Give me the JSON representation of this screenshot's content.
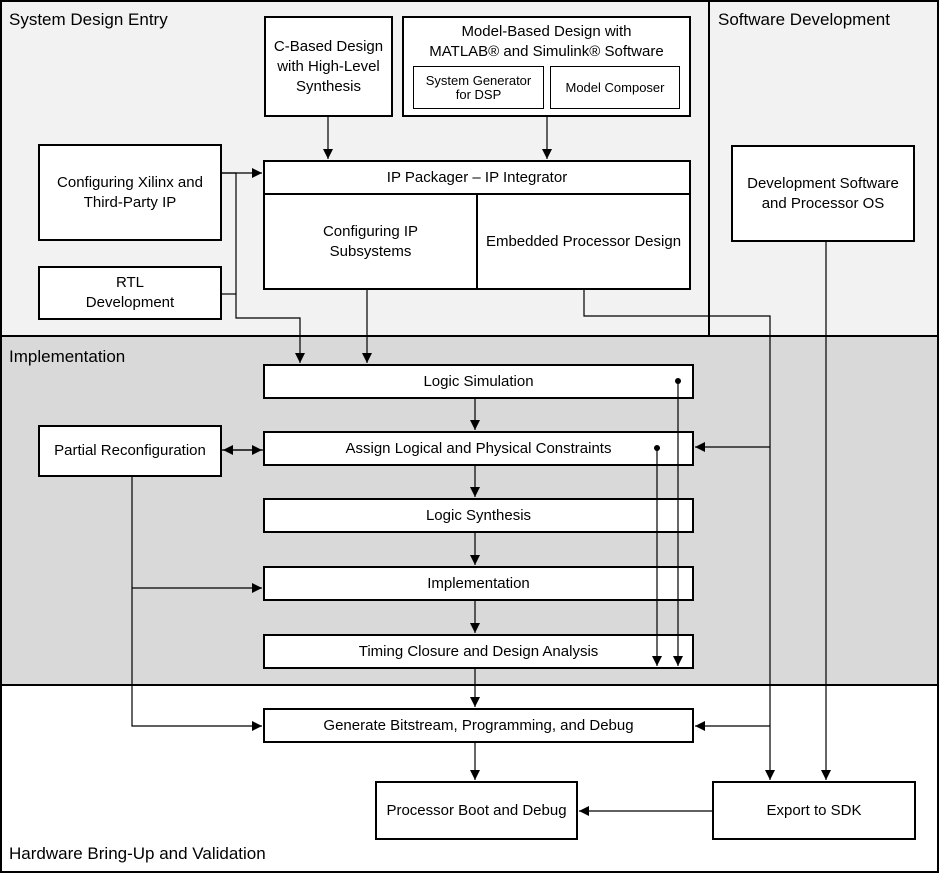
{
  "regions": {
    "system_design_entry": "System Design Entry",
    "software_development": "Software Development",
    "implementation": "Implementation",
    "hardware_bringup": "Hardware Bring-Up and Validation"
  },
  "boxes": {
    "c_based_design": "C-Based Design\nwith High-Level\nSynthesis",
    "model_based_design": "Model-Based Design with\nMATLAB® and Simulink® Software",
    "system_generator": "System Generator\nfor DSP",
    "model_composer": "Model Composer",
    "configuring_xilinx_ip": "Configuring Xilinx and\nThird-Party IP",
    "rtl_development": "RTL\nDevelopment",
    "ip_packager": "IP Packager – IP Integrator",
    "configuring_ip_subsystems": "Configuring IP\nSubsystems",
    "embedded_processor_design": "Embedded Processor Design",
    "development_software": "Development Software\nand Processor OS",
    "logic_simulation": "Logic Simulation",
    "partial_reconfiguration": "Partial Reconfiguration",
    "assign_constraints": "Assign Logical and Physical Constraints",
    "logic_synthesis": "Logic Synthesis",
    "implementation_step": "Implementation",
    "timing_closure": "Timing Closure and Design Analysis",
    "generate_bitstream": "Generate Bitstream, Programming, and Debug",
    "processor_boot": "Processor Boot and Debug",
    "export_sdk": "Export to SDK"
  }
}
